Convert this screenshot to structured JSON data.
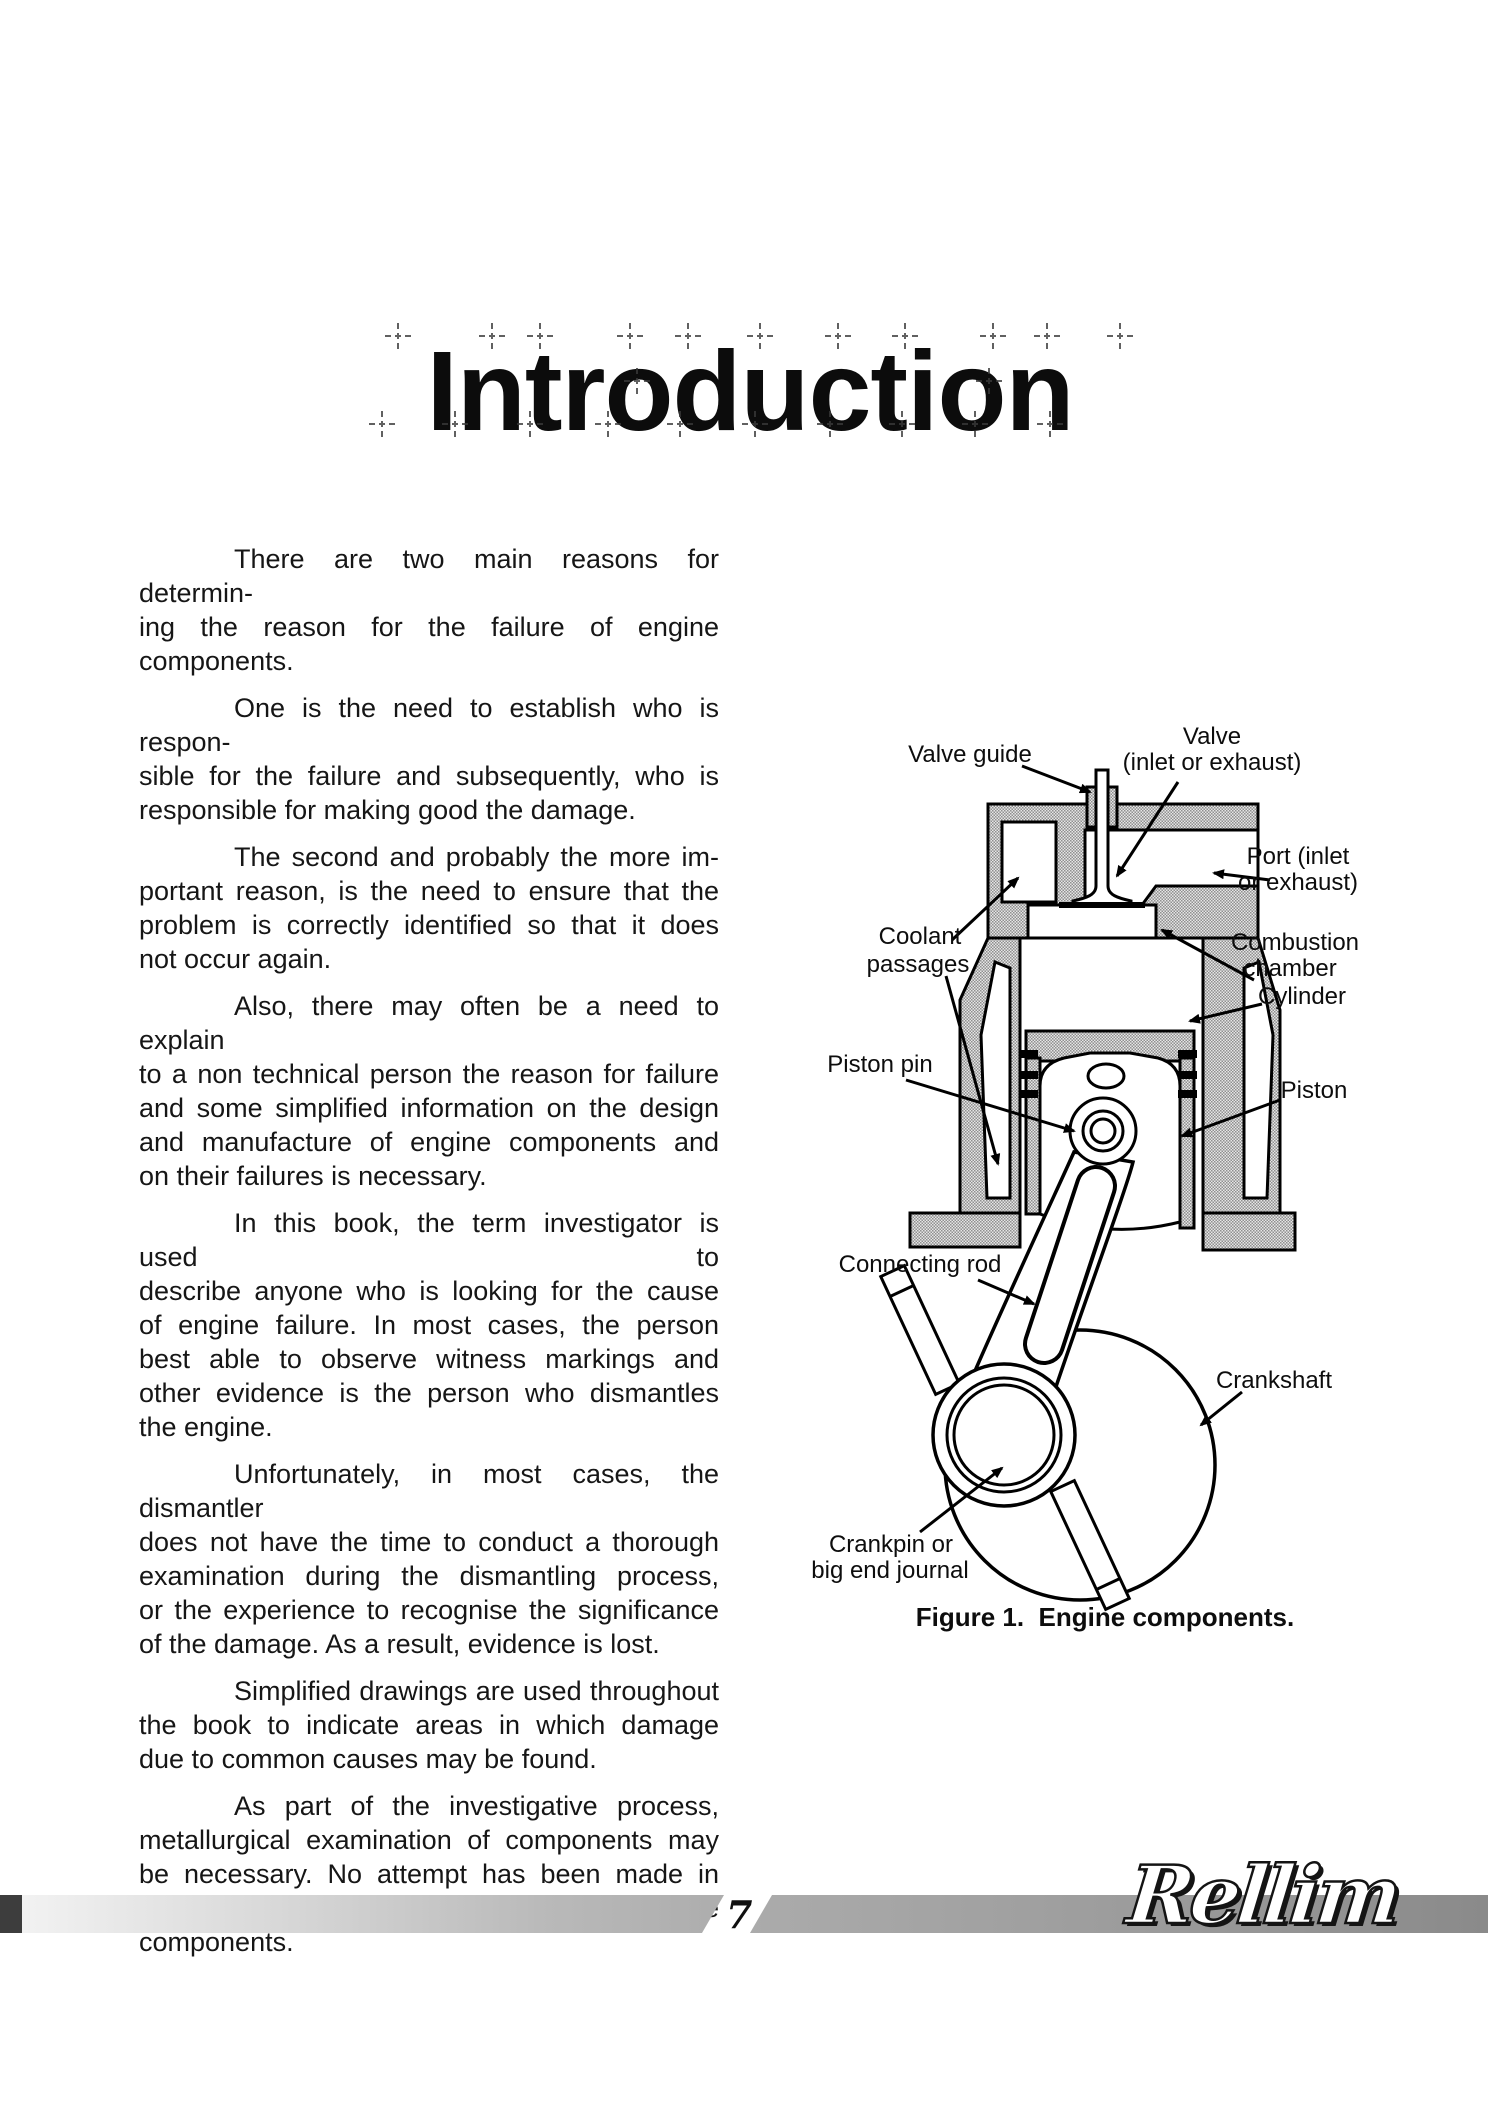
{
  "page": {
    "title": "Introduction",
    "page_number": "7",
    "brand_logo": "Rellim"
  },
  "article": {
    "paragraphs": [
      {
        "lines": [
          "There are two main reasons for determin-",
          "ing the reason for the failure of engine",
          "components."
        ]
      },
      {
        "lines": [
          "One is the need to establish who is respon-",
          "sible for the failure and subsequently, who is",
          "responsible for making good the damage."
        ]
      },
      {
        "lines": [
          "The second and probably the more im-",
          "portant reason, is the need to ensure that the",
          "problem is correctly identified so that it does",
          "not occur again."
        ]
      },
      {
        "lines": [
          "Also, there may often be a need to explain",
          "to a non technical person the reason for failure",
          "and some simplified information on the design",
          "and manufacture of engine components and",
          "on their failures is necessary."
        ]
      },
      {
        "lines": [
          "In this book, the term investigator is used to",
          "describe anyone who is looking for the cause",
          "of engine failure. In most cases, the person",
          "best able to observe witness markings and",
          "other evidence is the person who dismantles",
          "the engine."
        ]
      },
      {
        "lines": [
          "Unfortunately, in most cases, the dismantler",
          "does not have the time to conduct a thorough",
          "examination during the dismantling process,",
          "or the experience to recognise the significance",
          "of the damage. As a result, evidence is lost."
        ]
      },
      {
        "lines": [
          "Simplified drawings are used throughout",
          "the book to indicate areas in which damage",
          "due to common causes may be found."
        ]
      },
      {
        "lines": [
          "As part of the investigative process,",
          "metallurgical examination of components may",
          "be necessary. No attempt has been made in",
          "this book, to discuss the metallurgy of engine",
          "components."
        ]
      }
    ]
  },
  "figure": {
    "caption": "Figure 1.  Engine components.",
    "labels": {
      "valve_guide": "Valve guide",
      "valve_1": "Valve",
      "valve_2": "(inlet or exhaust)",
      "port_1": "Port (inlet",
      "port_2": "or exhaust)",
      "coolant_1": "Coolant",
      "coolant_2": "passages",
      "combustion_1": "Combustion",
      "combustion_2": "chamber",
      "cylinder": "Cylinder",
      "piston_pin": "Piston pin",
      "piston": "Piston",
      "connecting_rod": "Connecting rod",
      "crankshaft": "Crankshaft",
      "crankpin_1": "Crankpin or",
      "crankpin_2": "big end journal"
    }
  },
  "colors": {
    "ink": "#111111",
    "diagram_gray": "#b9b9b9",
    "footer_dark": "#3d3d3d"
  }
}
